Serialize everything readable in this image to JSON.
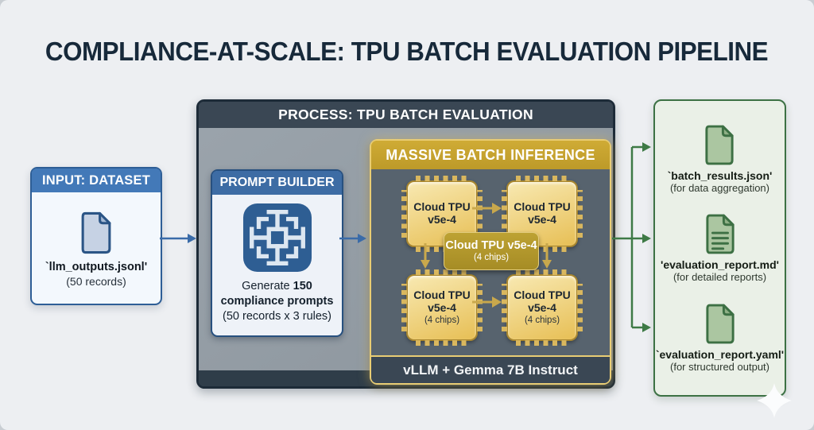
{
  "title": "COMPLIANCE-AT-SCALE: TPU BATCH EVALUATION PIPELINE",
  "colors": {
    "background": "#edeff2",
    "title_text": "#17293a",
    "input_header": "#4379b8",
    "blue_arrow": "#3a6ba8",
    "process_header": "#3a4754",
    "process_body": "#929ba3",
    "gold": "#c9a22e",
    "chip_fill": "#eecb6b",
    "inference_body": "#57636e",
    "green_arrow": "#3e7a46",
    "output_bg": "#eaf0e7",
    "output_border": "#3c7144"
  },
  "input_box": {
    "header": "INPUT: DATASET",
    "file_icon": "document-icon",
    "file_label": "`llm_outputs.jsonl'",
    "file_sublabel": "(50 records)"
  },
  "process_box": {
    "header": "PROCESS: TPU BATCH EVALUATION",
    "prompt_builder": {
      "header": "PROMPT BUILDER",
      "icon": "circuit-chip-icon",
      "line1_normal": "Generate ",
      "line1_bold": "150",
      "line2_bold": "compliance prompts",
      "line3": "(50 records x 3 rules)"
    },
    "inference": {
      "header": "MASSIVE BATCH INFERENCE",
      "chips": [
        {
          "line1": "Cloud TPU",
          "line2": "v5e-4",
          "line3": ""
        },
        {
          "line1": "Cloud TPU",
          "line2": "v5e-4",
          "line3": ""
        },
        {
          "line1": "Cloud TPU",
          "line2": "v5e-4",
          "line3": "(4 chips)"
        },
        {
          "line1": "Cloud TPU",
          "line2": "v5e-4",
          "line3": "(4 chips)"
        }
      ],
      "center_label": {
        "line1": "Cloud TPU v5e-4",
        "line2": "(4 chips)"
      },
      "footer": "vLLM + Gemma 7B Instruct"
    }
  },
  "output_box": {
    "items": [
      {
        "icon": "file-icon",
        "label": "`batch_results.json'",
        "sublabel": "(for data aggregation)"
      },
      {
        "icon": "file-lines-icon",
        "label": "'evaluation_report.md'",
        "sublabel": "(for detailed reports)"
      },
      {
        "icon": "file-icon",
        "label": "`evaluation_report.yaml'",
        "sublabel": "(for structured output)"
      }
    ]
  }
}
